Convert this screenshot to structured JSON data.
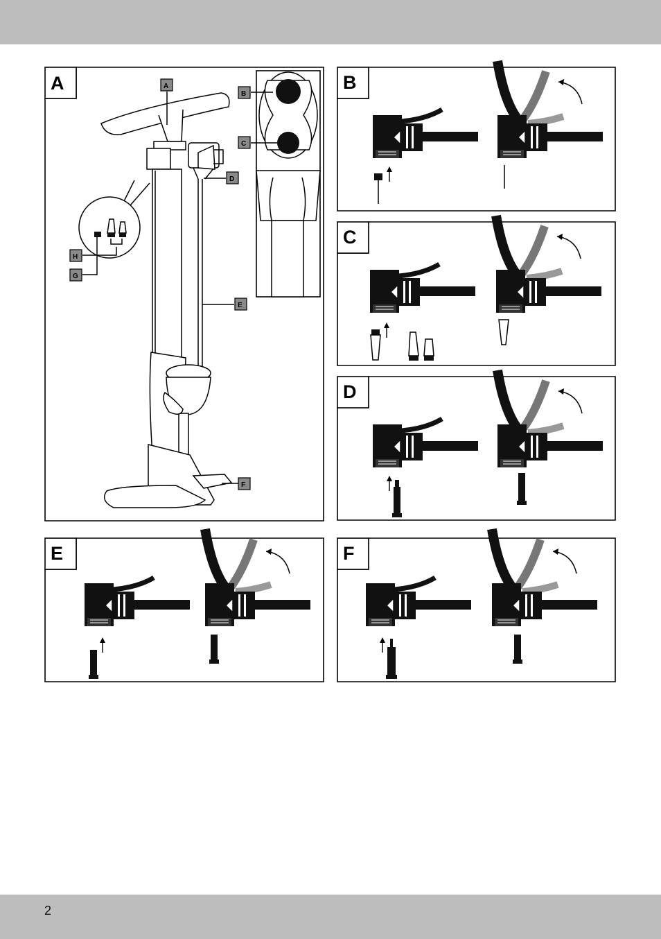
{
  "page": {
    "number": "2"
  },
  "panels": {
    "a": {
      "tab": "A"
    },
    "b": {
      "tab": "B"
    },
    "c": {
      "tab": "C"
    },
    "d": {
      "tab": "D"
    },
    "e": {
      "tab": "E"
    },
    "f": {
      "tab": "F"
    }
  },
  "callouts": [
    "A",
    "B",
    "C",
    "D",
    "E",
    "F",
    "G",
    "H"
  ],
  "colors": {
    "band": "#bdbdbe",
    "callout_fill": "#8a8a8a",
    "ink": "#111111"
  }
}
